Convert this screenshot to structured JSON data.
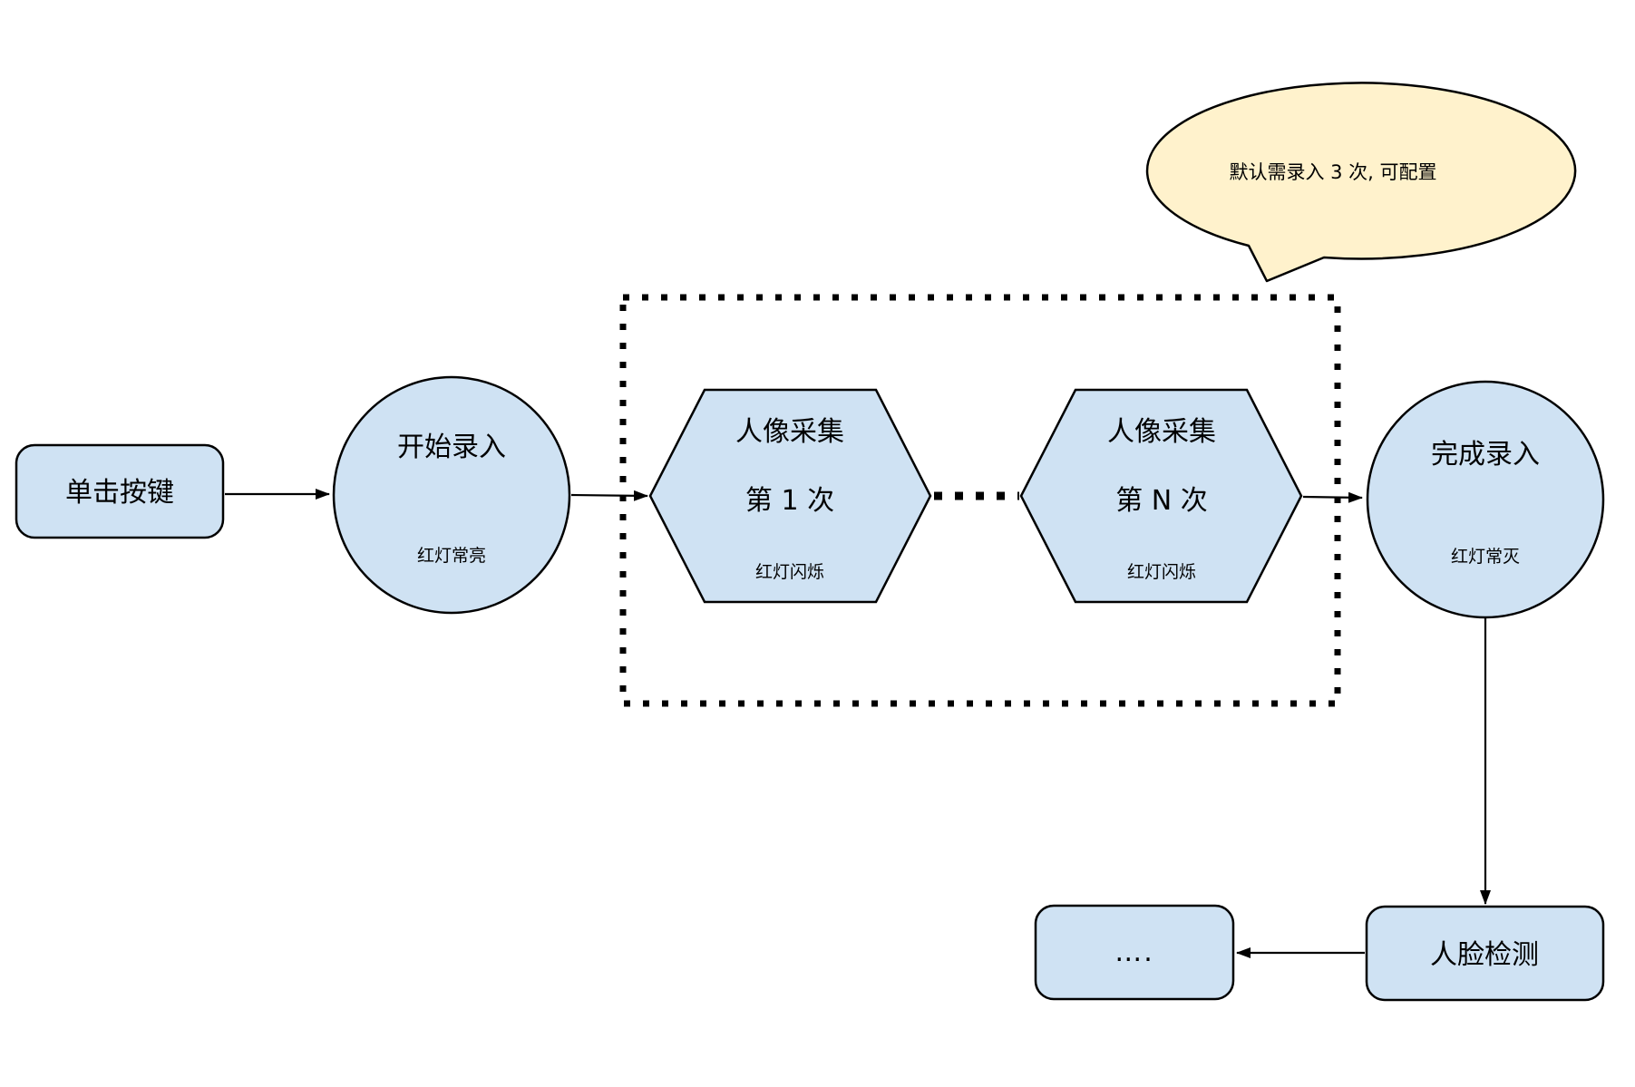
{
  "colors": {
    "node_fill": "#cfe2f3",
    "node_stroke": "#000000",
    "callout_fill": "#fff2cc",
    "connector": "#000000"
  },
  "nodes": {
    "click_button": {
      "label": "单击按键"
    },
    "start_entry": {
      "label": "开始录入",
      "sublabel": "红灯常亮"
    },
    "capture_1": {
      "line1": "人像采集",
      "line2": "第 1 次",
      "sublabel": "红灯闪烁"
    },
    "capture_n": {
      "line1": "人像采集",
      "line2": "第 N 次",
      "sublabel": "红灯闪烁"
    },
    "finish_entry": {
      "label": "完成录入",
      "sublabel": "红灯常灭"
    },
    "face_detection": {
      "label": "人脸检测"
    },
    "ellipsis": {
      "label": "…."
    }
  },
  "callout": {
    "text": "默认需录入 3 次, 可配置"
  }
}
